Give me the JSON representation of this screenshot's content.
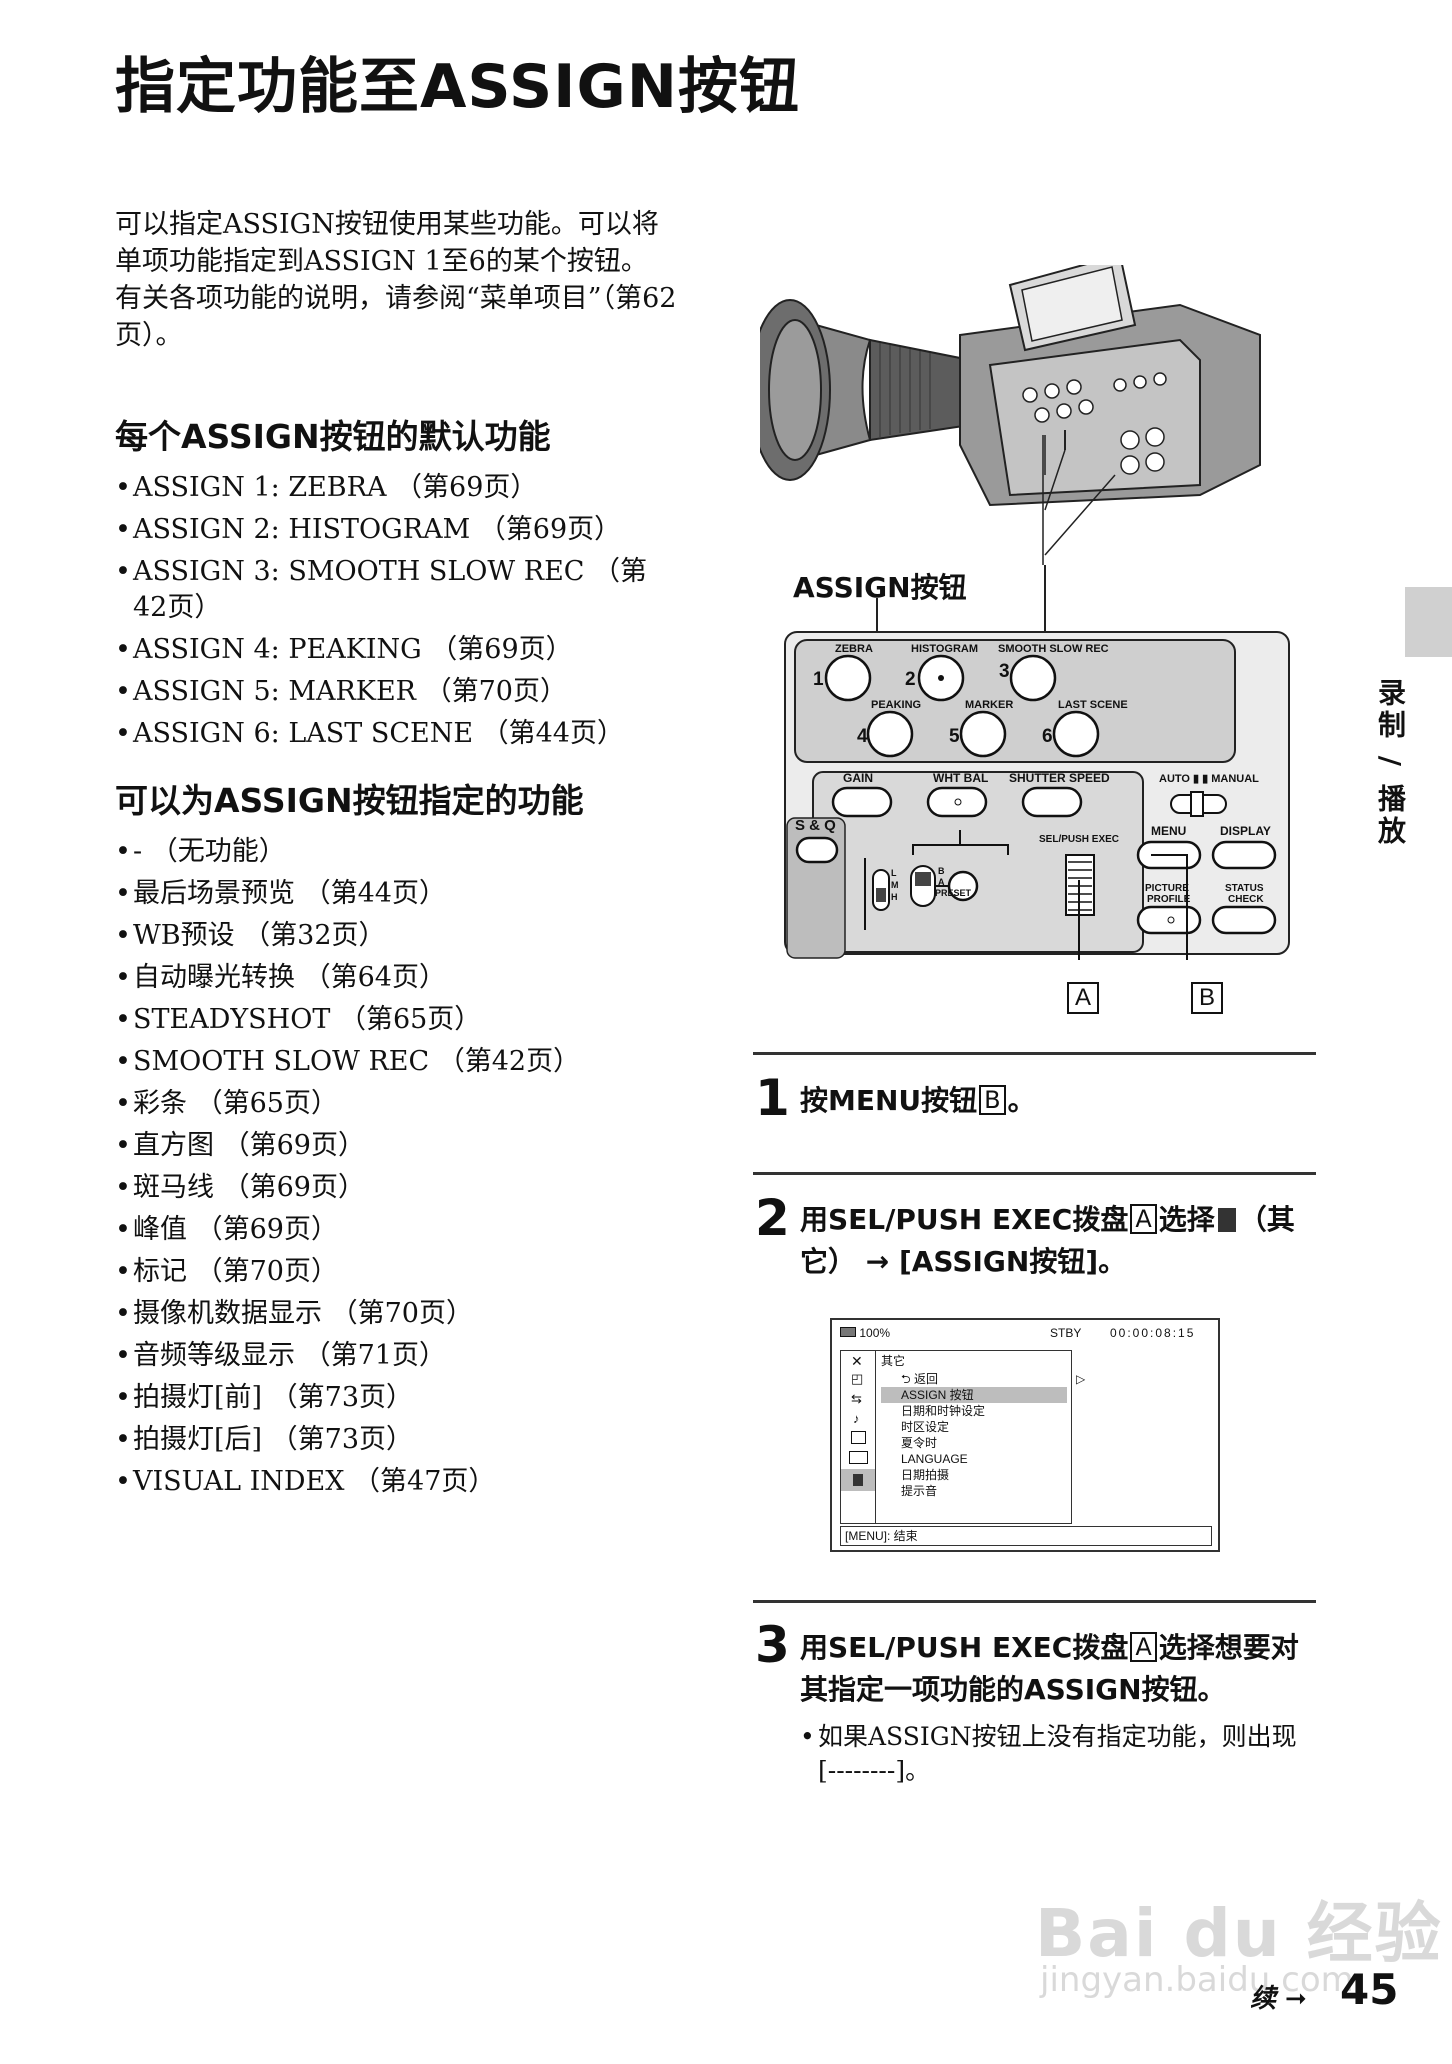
{
  "title": "指定功能至ASSIGN按钮",
  "intro": [
    "可以指定ASSIGN按钮使用某些功能。可以将单项功能指定到ASSIGN 1至6的某个按钮。",
    "有关各项功能的说明，请参阅“菜单项目”（第62页）。"
  ],
  "default_heading": "每个ASSIGN按钮的默认功能",
  "default_items": [
    "ASSIGN 1: ZEBRA （第69页）",
    "ASSIGN 2: HISTOGRAM （第69页）",
    "ASSIGN 3: SMOOTH SLOW REC （第42页）",
    "ASSIGN 4: PEAKING （第69页）",
    "ASSIGN 5: MARKER （第70页）",
    "ASSIGN 6: LAST SCENE （第44页）"
  ],
  "assignable_heading": "可以为ASSIGN按钮指定的功能",
  "assignable_items": [
    "- （无功能）",
    "最后场景预览 （第44页）",
    "WB预设 （第32页）",
    "自动曝光转换 （第64页）",
    "STEADYSHOT （第65页）",
    "SMOOTH SLOW REC （第42页）",
    "彩条 （第65页）",
    "直方图 （第69页）",
    "斑马线 （第69页）",
    "峰值 （第69页）",
    "标记 （第70页）",
    "摄像机数据显示 （第70页）",
    "音频等级显示 （第71页）",
    "拍摄灯[前] （第73页）",
    "拍摄灯[后] （第73页）",
    "VISUAL INDEX （第47页）"
  ],
  "figure": {
    "assign_label": "ASSIGN按钮",
    "button_labels": {
      "zebra": "ZEBRA",
      "histogram": "HISTOGRAM",
      "smooth": "SMOOTH SLOW REC",
      "peaking": "PEAKING",
      "marker": "MARKER",
      "last_scene": "LAST SCENE",
      "n1": "1",
      "n2": "2",
      "n3": "3",
      "n4": "4",
      "n5": "5",
      "n6": "6",
      "gain": "GAIN",
      "wht_bal": "WHT BAL",
      "shutter": "SHUTTER SPEED",
      "auto_manual": "AUTO ▮  ▮ MANUAL",
      "sq": "S & Q",
      "sel_push": "SEL/PUSH EXEC",
      "menu": "MENU",
      "display": "DISPLAY",
      "picture": "PICTURE",
      "profile": "PROFILE",
      "status": "STATUS",
      "check": "CHECK",
      "l": "L",
      "m": "M",
      "h": "H",
      "b": "B",
      "a": "A",
      "preset": "PRESET"
    },
    "callout_a": "A",
    "callout_b": "B"
  },
  "steps": [
    {
      "num": "1",
      "pre": "按MENU按钮",
      "box": "B",
      "post": "。"
    },
    {
      "num": "2",
      "pre": "用SEL/PUSH EXEC拨盘",
      "box": "A",
      "post": "选择",
      "post2": "（其它） → [ASSIGN按钮]。"
    },
    {
      "num": "3",
      "pre": "用SEL/PUSH EXEC拨盘",
      "box": "A",
      "post": "选择想要对其指定一项功能的ASSIGN按钮。",
      "note": "如果ASSIGN按钮上没有指定功能，则出现[--------]。"
    }
  ],
  "screen": {
    "battery": "100%",
    "status": "STBY",
    "timecode": "00:00:08:15",
    "menu_title": "其它",
    "items": [
      "⮌ 返回",
      "ASSIGN 按钮",
      "日期和时钟设定",
      "时区设定",
      "夏令时",
      "LANGUAGE",
      "日期拍摄",
      "提示音"
    ],
    "arrow": "▷",
    "footer": "[MENU]: 结束"
  },
  "side_tab": "录制 / 播放",
  "continued": "续 ➞",
  "page_number": "45",
  "watermark": "Bai du 经验",
  "watermark_url": "jingyan.baidu.com"
}
